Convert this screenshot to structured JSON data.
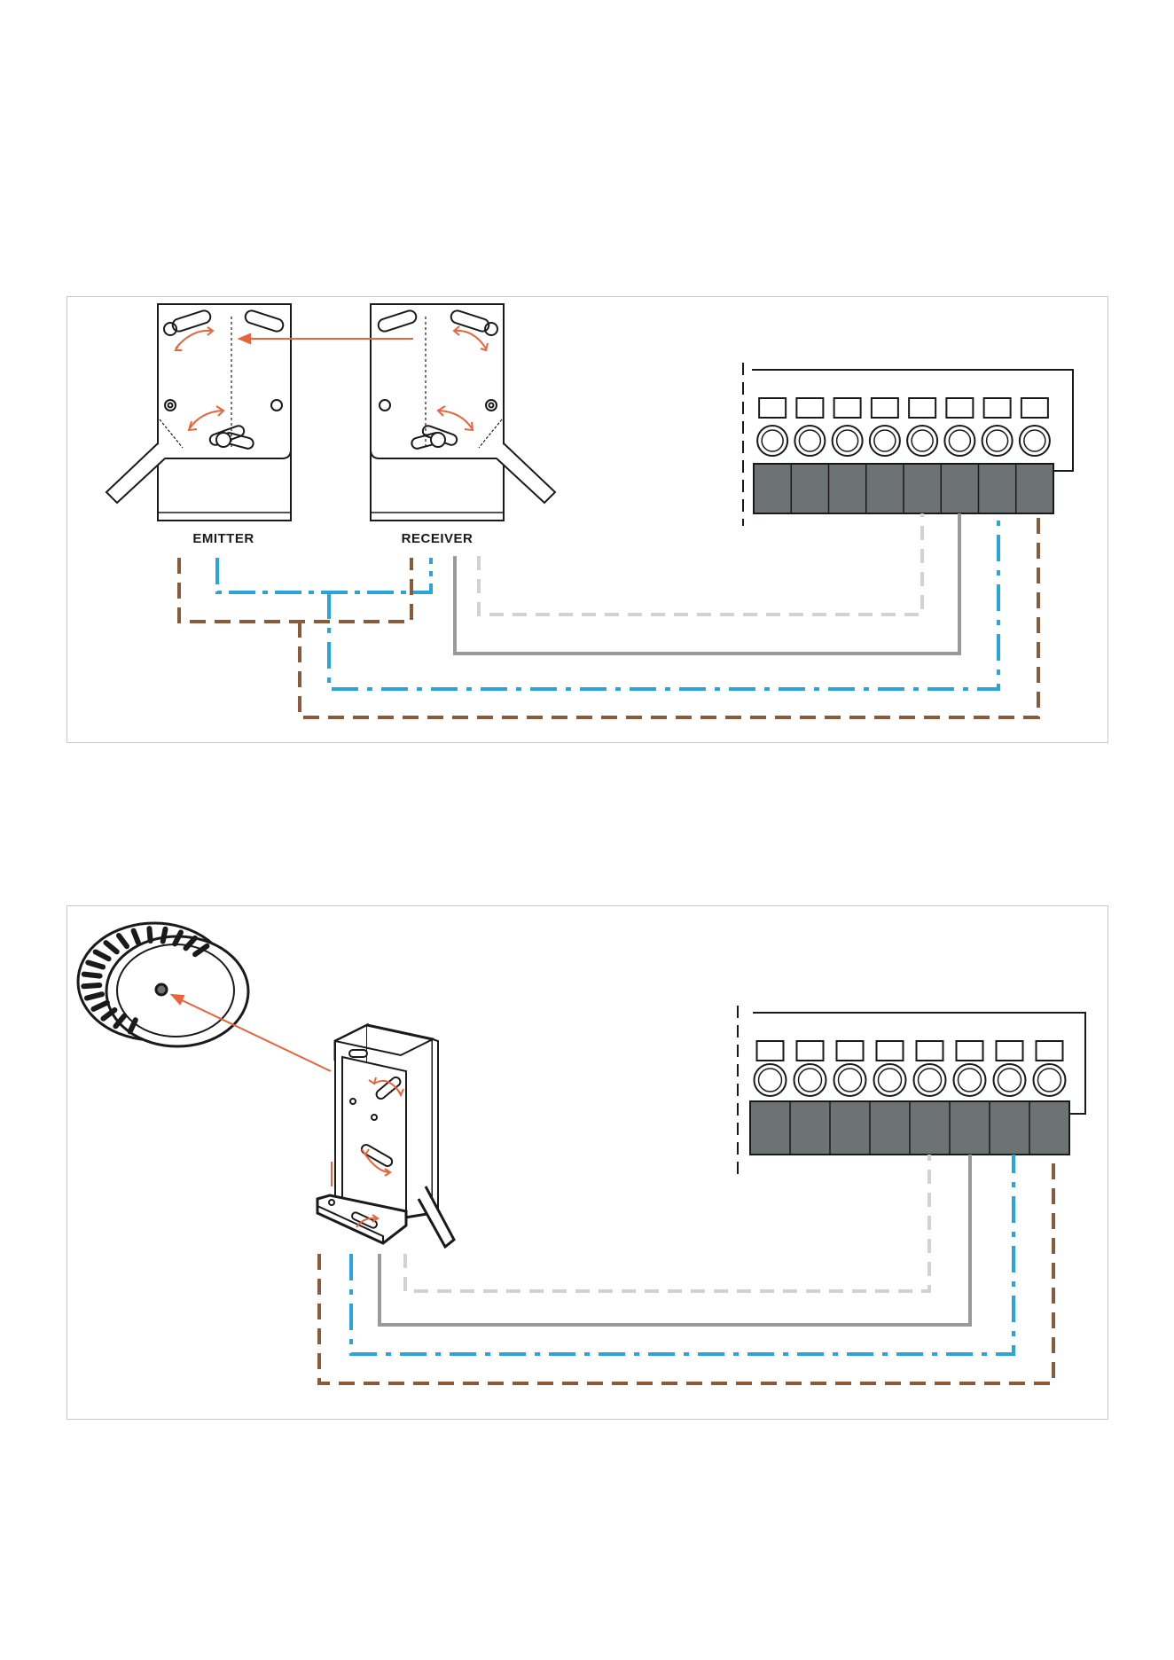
{
  "colors": {
    "brown": "#8a5a3a",
    "blue": "#2aa5dc",
    "grey": "#9a9a9a",
    "light_grey": "#d2d2d2",
    "orange": "#e8643a",
    "terminal_block": "#6d7275",
    "outline": "#1a1a1a"
  },
  "diagram_1": {
    "emitter_label": "EMITTER",
    "receiver_label": "RECEIVER",
    "terminal_count": 8
  },
  "diagram_2": {
    "terminal_count": 8
  }
}
